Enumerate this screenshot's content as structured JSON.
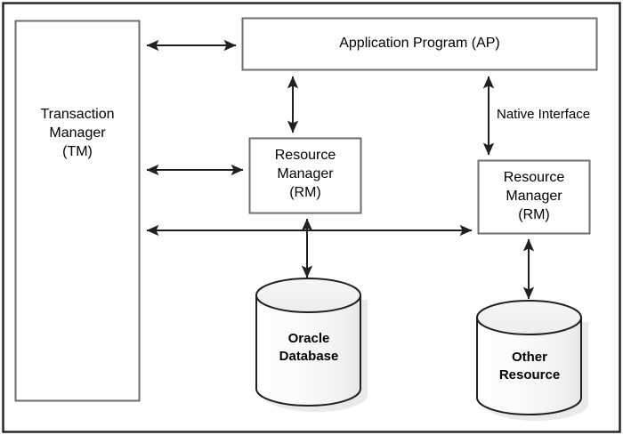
{
  "diagram": {
    "title": "Transaction Manager / Resource Manager architecture",
    "frame": {
      "border_color": "#231f20",
      "background": "#ffffff"
    },
    "colors": {
      "box_stroke": "#58595b",
      "box_fill": "#ffffff",
      "arrow": "#231f20",
      "cylinder_stroke": "#231f20",
      "cylinder_fill_top": "#f1f2f2",
      "cylinder_fill_body": "#fbfbfb",
      "cylinder_shadow": "#d9d9d9",
      "text": "#000000"
    },
    "nodes": [
      {
        "id": "transaction-manager",
        "label": "Transaction\nManager\n(TM)",
        "shape": "rect"
      },
      {
        "id": "application-program",
        "label": "Application Program (AP)",
        "shape": "rect"
      },
      {
        "id": "resource-manager-left",
        "label": "Resource\nManager\n(RM)",
        "shape": "rect"
      },
      {
        "id": "resource-manager-right",
        "label": "Resource\nManager\n(RM)",
        "shape": "rect"
      },
      {
        "id": "oracle-database",
        "label": "Oracle\nDatabase",
        "shape": "cylinder"
      },
      {
        "id": "other-resource",
        "label": "Other\nResource",
        "shape": "cylinder"
      }
    ],
    "edges": [
      {
        "id": "tm-ap",
        "from": "transaction-manager",
        "to": "application-program",
        "arrowheads": "both",
        "label": ""
      },
      {
        "id": "tm-rm-left",
        "from": "transaction-manager",
        "to": "resource-manager-left",
        "arrowheads": "both",
        "label": ""
      },
      {
        "id": "tm-rm-right",
        "from": "transaction-manager",
        "to": "resource-manager-right",
        "arrowheads": "both",
        "label": ""
      },
      {
        "id": "ap-rm-left",
        "from": "application-program",
        "to": "resource-manager-left",
        "arrowheads": "both",
        "label": ""
      },
      {
        "id": "ap-rm-right",
        "from": "application-program",
        "to": "resource-manager-right",
        "arrowheads": "both",
        "label": "Native Interface"
      },
      {
        "id": "rm-left-oracle",
        "from": "resource-manager-left",
        "to": "oracle-database",
        "arrowheads": "both",
        "label": ""
      },
      {
        "id": "rm-right-other",
        "from": "resource-manager-right",
        "to": "other-resource",
        "arrowheads": "both",
        "label": ""
      }
    ],
    "edge_labels": {
      "native_interface": "Native Interface"
    }
  }
}
